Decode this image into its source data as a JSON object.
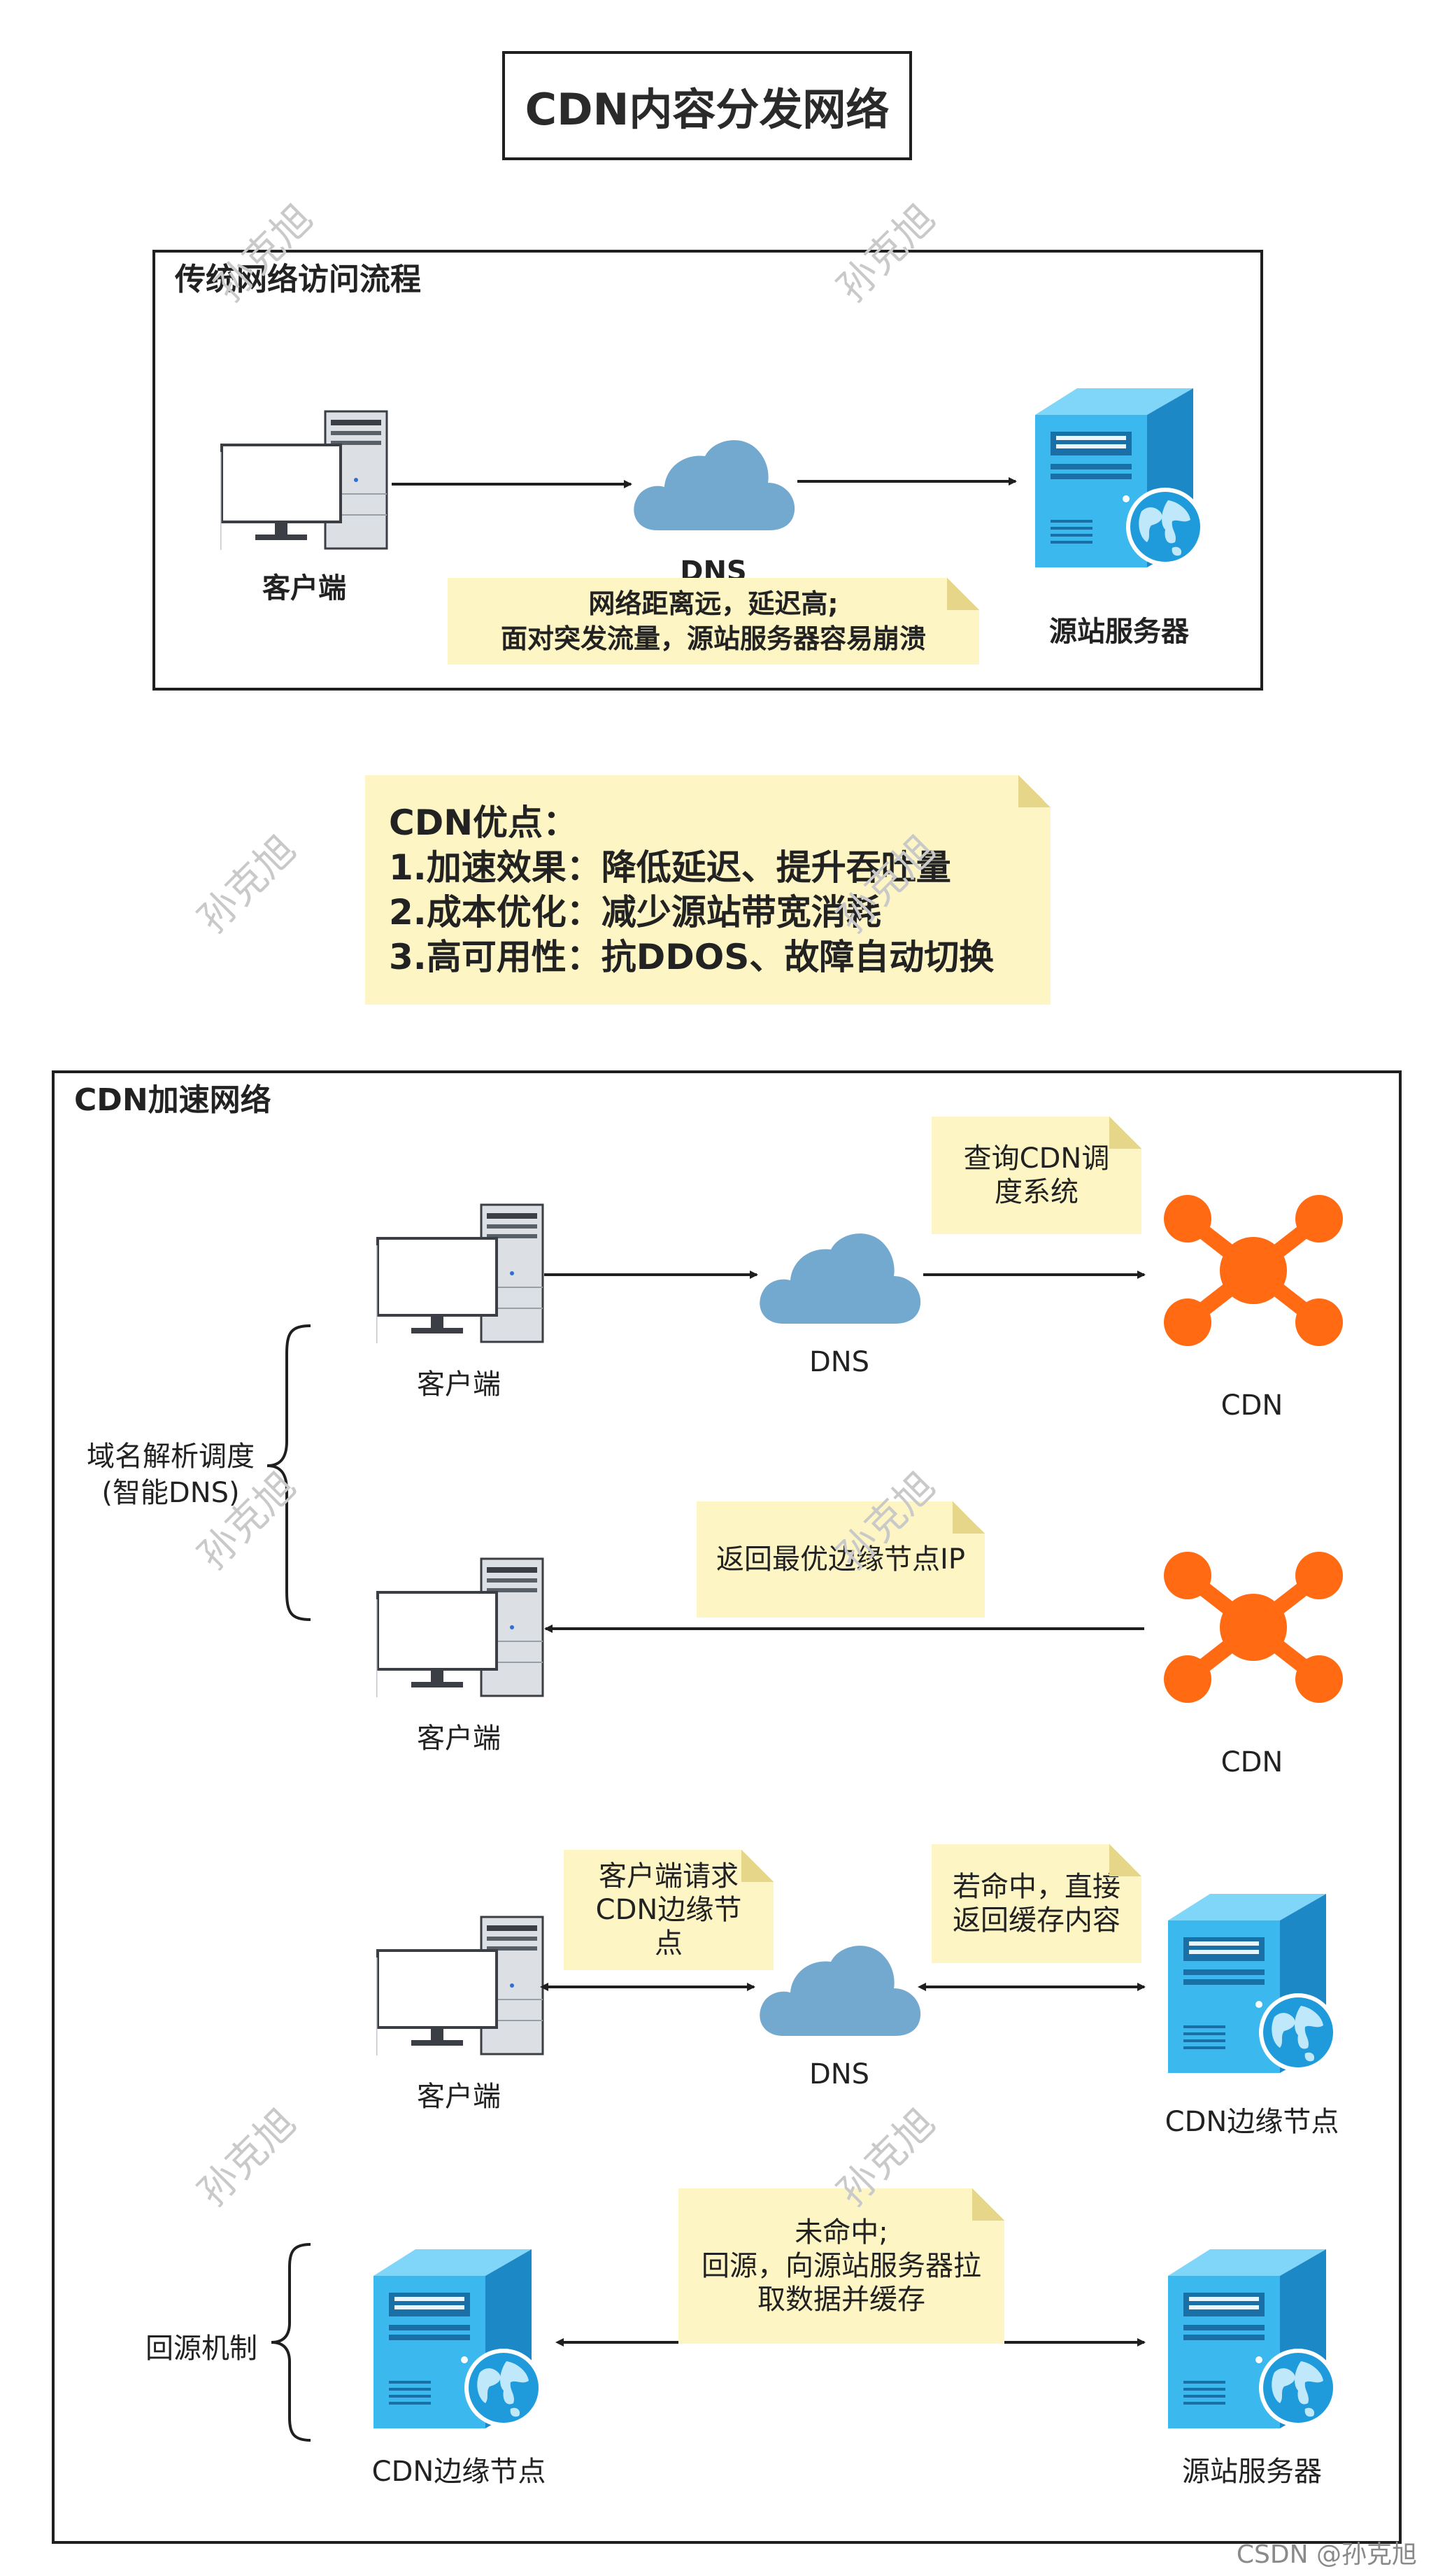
{
  "title": "CDN内容分发网络",
  "traditional": {
    "heading": "传统网络访问流程",
    "client_label": "客户端",
    "dns_label": "DNS",
    "server_label": "源站服务器",
    "note_line1": "网络距离远，延迟高;",
    "note_line2": "面对突发流量，源站服务器容易崩溃"
  },
  "advantages": {
    "line1": "CDN优点：",
    "line2": "1.加速效果：降低延迟、提升吞吐量",
    "line3": "2.成本优化：减少源站带宽消耗",
    "line4": "3.高可用性：抗DDOS、故障自动切换"
  },
  "cdn_network": {
    "heading": "CDN加速网络",
    "query_note_line1": "查询CDN调",
    "query_note_line2": "度系统",
    "client1_label": "客户端",
    "dns1_label": "DNS",
    "cdn1_label": "CDN",
    "dns_schedule_line1": "域名解析调度",
    "dns_schedule_line2": "(智能DNS)",
    "return_ip_note": "返回最优边缘节点IP",
    "client2_label": "客户端",
    "cdn2_label": "CDN",
    "request_note_line1": "客户端请求",
    "request_note_line2": "CDN边缘节",
    "request_note_line3": "点",
    "hit_note_line1": "若命中，直接",
    "hit_note_line2": "返回缓存内容",
    "client3_label": "客户端",
    "dns3_label": "DNS",
    "edge1_label": "CDN边缘节点",
    "miss_note_line1": "未命中;",
    "miss_note_line2": "回源，向源站服务器拉",
    "miss_note_line3": "取数据并缓存",
    "origin_mechanism": "回源机制",
    "edge2_label": "CDN边缘节点",
    "origin_label": "源站服务器"
  },
  "watermark": "孙克旭",
  "footer": "CSDN @孙克旭",
  "colors": {
    "note_bg": "#fdf5c4",
    "cloud": "#74a9cf",
    "cdn_orange": "#ff6a13",
    "server_blue": "#29a9e6",
    "border": "#1f1f1f"
  }
}
